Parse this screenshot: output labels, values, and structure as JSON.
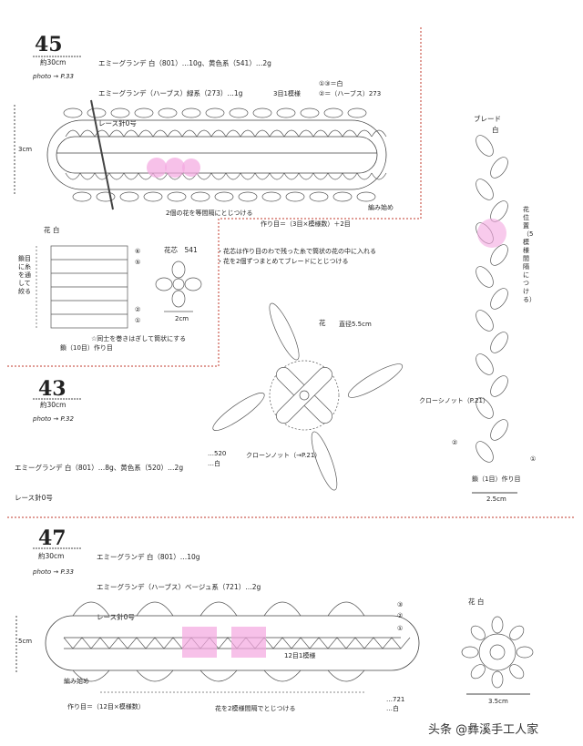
{
  "sections": {
    "s45": {
      "number": "45",
      "size": "約30cm",
      "photo": "photo → P.33",
      "materials": [
        "エミーグランデ 白（801）…10g、黄色系（541）…2g",
        "エミーグランデ（ハーブス）緑系（273）…1g",
        "レース針0号"
      ],
      "height_label": "3cm",
      "anno_3rd_row": "3目1模様",
      "anno_colors": [
        "①③＝白",
        "②＝（ハーブス）273"
      ],
      "anno_attach": "2個の花を等間隔にとじつける",
      "anno_start": "編み始め",
      "anno_chain": "作り目＝（3目×模様数）＋2目",
      "flower_title": "花 白",
      "flower_left_note": "鎖目に糸を通して絞る",
      "flower_chain": "鎖（10目）作り目",
      "flower_round_note": "☆同士を巻きはぎして筒状にする",
      "core_title": "花芯　541",
      "core_notes": [
        "・花芯は作り目のわで残った糸で筒状の花の中に入れる",
        "・花を2個ずつまとめてブレードにとじつける"
      ],
      "core_width": "2cm",
      "row_marks": [
        "⑥",
        "⑤",
        "②",
        "①"
      ]
    },
    "braid": {
      "title": "ブレード",
      "color": "白",
      "flower_pos": "花位置（5模様間隔につける）",
      "marks": [
        "②",
        "①"
      ],
      "chain_label": "鎖（1目）作り目",
      "width": "2.5cm"
    },
    "flower": {
      "title": "花",
      "diameter": "直径5.5cm",
      "picot": "クローシノット（P.21）",
      "legend": [
        "…520",
        "…白"
      ],
      "picot2": "クローンノット（→P.21）"
    },
    "s43": {
      "number": "43",
      "size": "約30cm",
      "photo": "photo → P.32",
      "materials": [
        "エミーグランデ 白（801）…8g、黄色系（520）…2g",
        "レース針0号"
      ]
    },
    "s47": {
      "number": "47",
      "size": "約30cm",
      "photo": "photo → P.33",
      "materials": [
        "エミーグランデ 白（801）…10g",
        "エミーグランデ（ハーブス）ベージュ系（721）…2g",
        "レース針0号"
      ],
      "height_label": "5cm",
      "anno_start": "編み始め",
      "anno_chain": "作り目＝（12目×模様数）",
      "anno_pattern": "12目1模様",
      "anno_attach": "花を2模様間隔でとじつける",
      "legend": [
        "…721",
        "…白"
      ],
      "marks": [
        "③",
        "②",
        "①"
      ],
      "flower_title": "花 白",
      "flower_width": "3.5cm"
    },
    "watermark": "头条 @彝溪手工人家"
  },
  "colors": {
    "highlight": "#f3a6e0",
    "ink": "#333333",
    "guide_red": "#c0392b"
  }
}
